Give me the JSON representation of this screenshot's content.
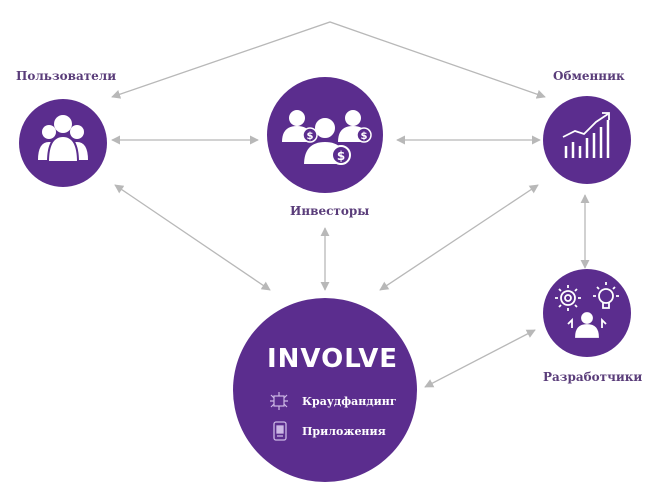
{
  "colors": {
    "node_fill": "#5b2d8e",
    "arrow": "#b8b8b8",
    "label": "#5a3d7a",
    "icon": "#ffffff"
  },
  "nodes": {
    "users": {
      "label": "Пользователи",
      "icon": "people-group-icon"
    },
    "investors": {
      "label": "Инвесторы",
      "icon": "investors-dollar-icon"
    },
    "exchange": {
      "label": "Обменник",
      "icon": "bar-chart-growth-icon"
    },
    "developers": {
      "label": "Разработчики",
      "icon": "gear-bulb-person-icon"
    },
    "involve": {
      "title": "INVOLVE",
      "features": [
        {
          "label": "Краудфандинг",
          "icon": "circuit-icon"
        },
        {
          "label": "Приложения",
          "icon": "mobile-app-icon"
        }
      ]
    }
  }
}
